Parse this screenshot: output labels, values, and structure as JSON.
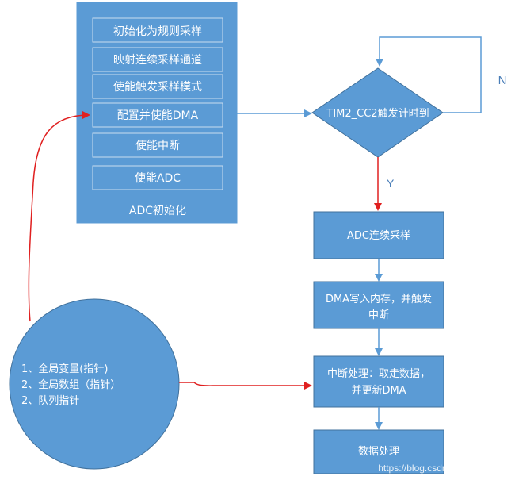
{
  "adc_init": {
    "title": "ADC初始化",
    "steps": [
      "初始化为规则采样",
      "映射连续采样通道",
      "使能触发采样模式",
      "配置并使能DMA",
      "使能中断",
      "使能ADC"
    ]
  },
  "decision": {
    "text": "TIM2_CC2触发计时到",
    "no_label": "N",
    "yes_label": "Y"
  },
  "process": {
    "sample": "ADC连续采样",
    "dma_line1": "DMA写入内存，并触发",
    "dma_line2": "中断",
    "isr_line1": "中断处理：取走数据，",
    "isr_line2": "并更新DMA",
    "data": "数据处理"
  },
  "globals": {
    "item1": "1、全局变量(指针)",
    "item2": "2、全局数组（指针）",
    "item3": "2、队列指针"
  },
  "watermark": "https://blog.csdn.net/expspeed",
  "colors": {
    "fill": "#5b9bd5",
    "stroke": "#41719c",
    "red_arrow": "#e02020"
  }
}
